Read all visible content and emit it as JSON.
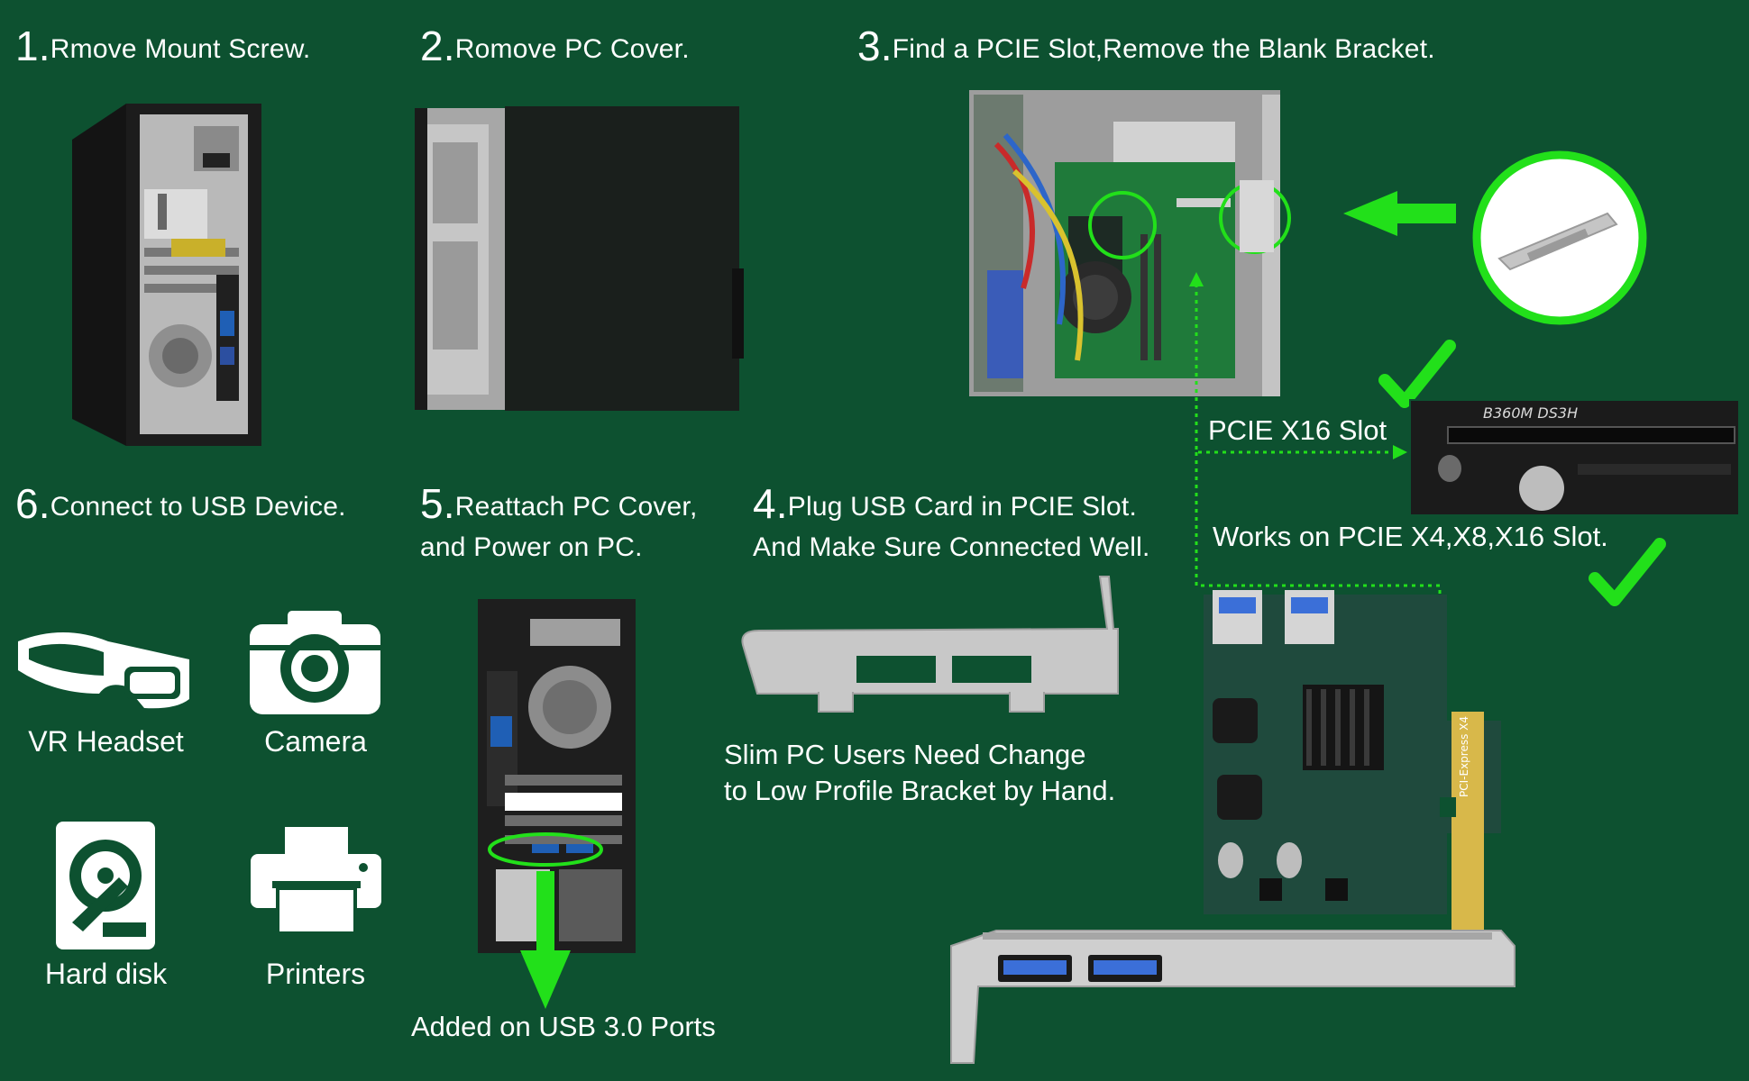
{
  "steps": [
    {
      "num": "1.",
      "text": "Rmove Mount Screw."
    },
    {
      "num": "2.",
      "text": "Romove PC Cover."
    },
    {
      "num": "3.",
      "text": "Find a PCIE Slot,Remove the Blank Bracket."
    },
    {
      "num": "4.",
      "line1": "Plug USB Card in PCIE Slot.",
      "line2": "And Make Sure Connected Well."
    },
    {
      "num": "5.",
      "line1": "Reattach PC Cover,",
      "line2": "and Power on PC."
    },
    {
      "num": "6.",
      "text": "Connect to USB Device."
    }
  ],
  "labels": {
    "pcie_slot": "PCIE X16 Slot",
    "works_on": "Works on PCIE X4,X8,X16 Slot.",
    "slim_line1": "Slim PC Users Need Change",
    "slim_line2": "to Low Profile Bracket by Hand.",
    "added_ports": "Added on USB 3.0 Ports",
    "motherboard_model": "B360M DS3H",
    "card_marking": "PCI-Express X4"
  },
  "devices": [
    {
      "label": "VR Headset",
      "icon": "vr-headset-icon"
    },
    {
      "label": "Camera",
      "icon": "camera-icon"
    },
    {
      "label": "Hard disk",
      "icon": "hard-disk-icon"
    },
    {
      "label": "Printers",
      "icon": "printer-icon"
    }
  ],
  "colors": {
    "background": "#0d5130",
    "accent": "#22e01a",
    "text": "#ffffff"
  }
}
